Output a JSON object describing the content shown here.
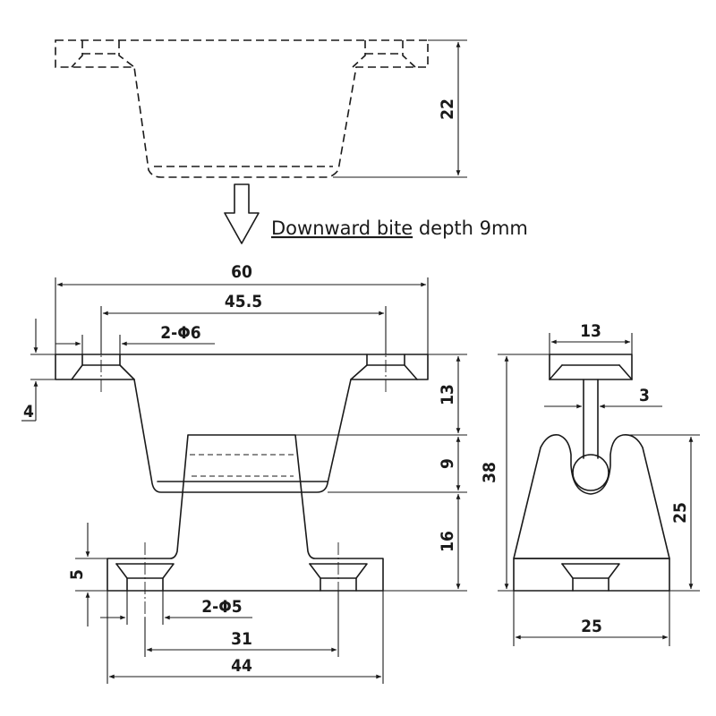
{
  "note": {
    "underlined": "Downward bite",
    "rest": " depth 9mm"
  },
  "dimensions": {
    "top_height": "22",
    "overall_width": "60",
    "hole_spacing_top": "45.5",
    "top_holes": "2-Φ6",
    "flange_thickness": "4",
    "upper_height": "13",
    "bite_depth": "9",
    "lower_height": "16",
    "base_thickness": "5",
    "bottom_holes": "2-Φ5",
    "hole_spacing_bottom": "31",
    "base_width": "44",
    "side_top_width": "13",
    "side_neck_width": "3",
    "side_total_height": "38",
    "side_body_height": "25",
    "side_base_width": "25"
  }
}
